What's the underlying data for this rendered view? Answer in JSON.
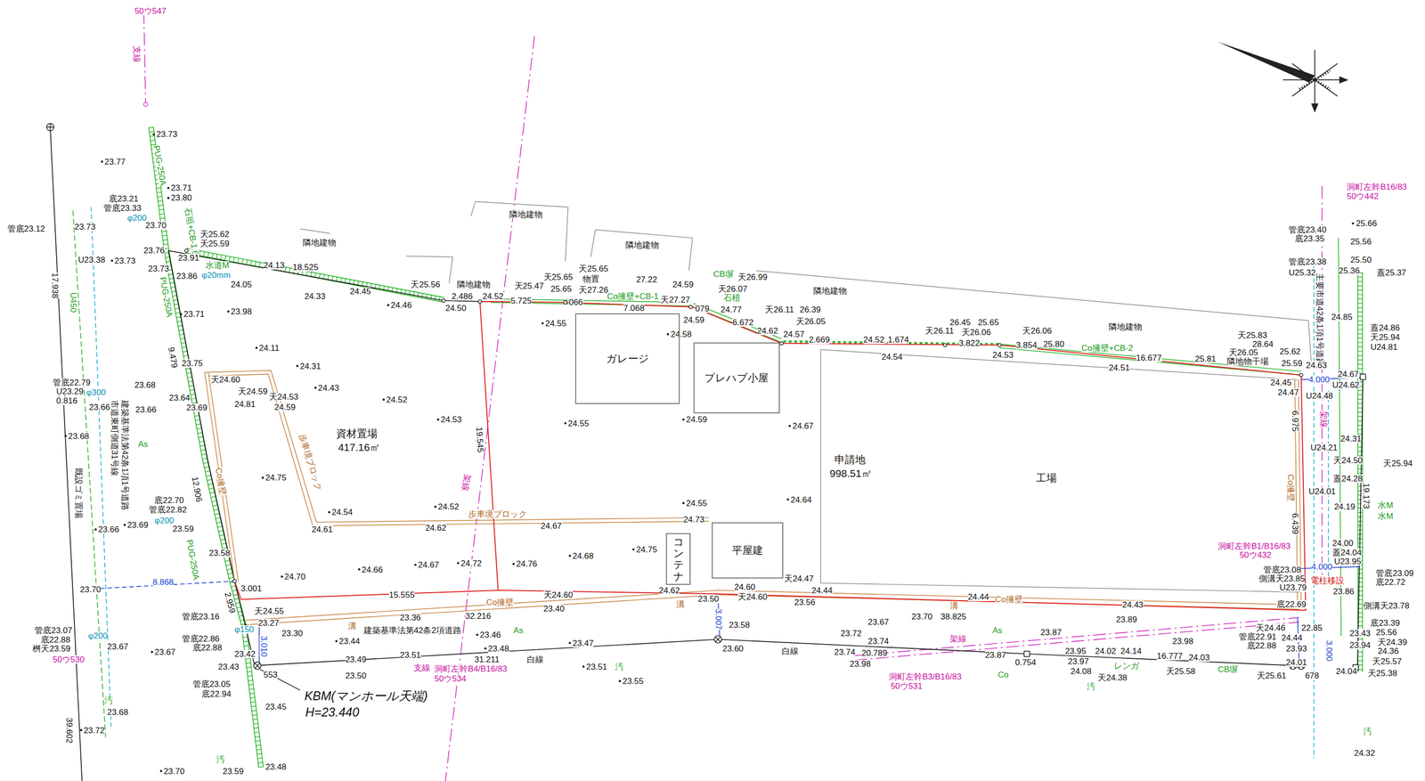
{
  "diagram": {
    "nodes": [
      {
        "text": [
          "ガレージ"
        ]
      },
      {
        "text": [
          "プレハブ小屋"
        ]
      },
      {
        "text": [
          "コンテナ"
        ]
      },
      {
        "text": [
          "平屋建"
        ]
      }
    ],
    "labels": [
      "50ウ547",
      "支線",
      "23.73",
      "23.77",
      "PUG-250A",
      "23.71",
      "石垣+CB-1.6",
      "底23.21",
      "管底23.33",
      "23.80",
      "φ200",
      "23.70",
      "管底23.12",
      "23.73",
      "U23.38",
      "17.938",
      "U450",
      "23.76",
      "天25.62",
      "天25.59",
      "23.73",
      "23.73",
      "23.91",
      "23.86",
      "水道M",
      "φ20mm",
      "24.05",
      "24.13",
      "18.525",
      "24.45",
      "24.33",
      "天25.56",
      "24.46",
      "24.50",
      "2.486",
      "24.52",
      "隣地建物",
      "隣地建物",
      "隣地建物",
      "隣地建物",
      "隣地建物",
      "隣地建物",
      "隣地物干場",
      "9.479",
      "PUG-250A",
      "23.71",
      "23.98",
      "5.725",
      "天25.47",
      "天25.65",
      "25.65",
      "天25.65",
      "物置",
      "天27.26",
      "066",
      "Co擁壁+CB-1",
      "27.22",
      "天27.27",
      "7.068",
      "24.59",
      "24.55",
      "24.59",
      "CB塀",
      "天26.99",
      "天26.07",
      "石植",
      "079",
      "24.77",
      "6.672",
      "天26.11",
      "26.39",
      "24.62",
      "天26.05",
      "24.58",
      "24.57",
      "2.669",
      "24.52",
      "1.674",
      "天26.11",
      "26.45",
      "25.65",
      "天26.06",
      "3.822",
      "天26.06",
      "3.854",
      "25.80",
      "24.54",
      "24.53",
      "Co擁壁+CB-2",
      "16.677",
      "24.51",
      "25.81",
      "天25.83",
      "28.64",
      "天26.05",
      "25.62",
      "25.59",
      "24.45",
      "24.47",
      "洞町左幹B16/83",
      "50ウ442",
      "25.66",
      "管底23.40",
      "底23.35",
      "25.56",
      "管底23.38",
      "25.50",
      "U25.32",
      "25.36",
      "蓋25.37",
      "主要市道42条1項1号道路",
      "24.85",
      "蓋24.86",
      "天25.94",
      "U24.81",
      "24.63",
      "24.67",
      "U24.62",
      "U24.48",
      "4.000",
      "6.975",
      "架線",
      "U24.21",
      "24.31",
      "天24.50",
      "蓋24.28",
      "U24.01",
      "天25.94",
      "24.19",
      "19.173",
      "水M",
      "水M",
      "6.439",
      "24.00",
      "蓋24.04",
      "U23.95",
      "洞町左幹B1/B16/83",
      "50ウ432",
      "4.000",
      "電柱移設",
      "管底23.08",
      "側溝天23.85",
      "U23.79",
      "底22.69",
      "管底23.09",
      "底22.72",
      "23.86",
      "側溝天23.78",
      "底23.39",
      "天24.46",
      "22.85",
      "管底22.91",
      "底22.88",
      "24.44",
      "23.93",
      "23.43",
      "25.56",
      "23.94",
      "天24.39",
      "24.36",
      "3.000",
      "24.01",
      "24.04",
      "天25.57",
      "天25.38",
      "天25.61",
      "678",
      "24.32",
      "汚",
      "天24.55",
      "23.27",
      "3.001",
      "2.959",
      "管底23.16",
      "φ150",
      "管底22.86",
      "底22.88",
      "23.42",
      "23.30",
      "23.43",
      "553",
      "管底23.05",
      "底22.94",
      "23.45",
      "3.010",
      "23.44",
      "23.36",
      "建築基準法第42条2項道路",
      "溝",
      "15.555",
      "Co擁壁",
      "32.216",
      "天24.60",
      "23.40",
      "溝",
      "23.46",
      "23.48",
      "31.211",
      "白線",
      "23.49",
      "23.51",
      "支線",
      "洞町左幹B4/B16/83",
      "50ウ534",
      "23.50",
      "23.47",
      "23.51",
      "23.55",
      "As",
      "汚",
      "KBM(マンホール天端)",
      "H=23.440",
      "24.62",
      "23.50",
      "3.007",
      "23.58",
      "天24.60",
      "24.60",
      "天24.47",
      "24.44",
      "23.56",
      "23.60",
      "白線",
      "23.72",
      "23.67",
      "23.74",
      "23.74",
      "20.789",
      "23.98",
      "洞町左幹B3/B16/83",
      "50ウ531",
      "架線",
      "38.825",
      "23.70",
      "24.44",
      "Co擁壁",
      "溝",
      "As",
      "23.87",
      "23.87",
      "Co",
      "0.754",
      "23.95",
      "23.97",
      "24.08",
      "24.02",
      "24.14",
      "16.777",
      "24.03",
      "23.98",
      "レンガ",
      "天24.38",
      "天25.58",
      "CB塀",
      "24.43",
      "23.89",
      "汚",
      "管底22.79",
      "U23.29",
      "0.816",
      "φ300",
      "23.66",
      "23.68",
      "23.66",
      "23.69",
      "23.70",
      "8.868",
      "管底23.07",
      "底22.88",
      "桝天23.59",
      "50ウ530",
      "23.67",
      "φ200",
      "39.602",
      "23.72",
      "23.67",
      "23.68",
      "汚",
      "23.70",
      "23.59",
      "23.48",
      "汚",
      "市道東町側道31号線",
      "建築基準法第42条1項1号道路",
      "既設ゴミ置場",
      "23.68",
      "23.66",
      "23.75",
      "23.64",
      "23.69",
      "As",
      "12.906",
      "底22.70",
      "管底22.82",
      "φ200",
      "23.59",
      "23.58",
      "PUG-250A",
      "24.11",
      "24.31",
      "24.43",
      "天24.60",
      "天24.59",
      "天24.53",
      "24.59",
      "24.81",
      "24.52",
      "24.53",
      "資材置場",
      "417.16㎡",
      "24.75",
      "歩車境ブロック",
      "24.54",
      "24.61",
      "24.52",
      "24.62",
      "歩車境ブロック",
      "24.67",
      "24.68",
      "24.66",
      "24.67",
      "24.72",
      "24.76",
      "24.70",
      "19.545",
      "架線",
      "24.55",
      "24.59",
      "24.55",
      "24.73",
      "24.75",
      "24.67",
      "24.64",
      "申請地",
      "998.51㎡",
      "工場",
      "Co擁壁",
      "Co擁壁"
    ]
  }
}
